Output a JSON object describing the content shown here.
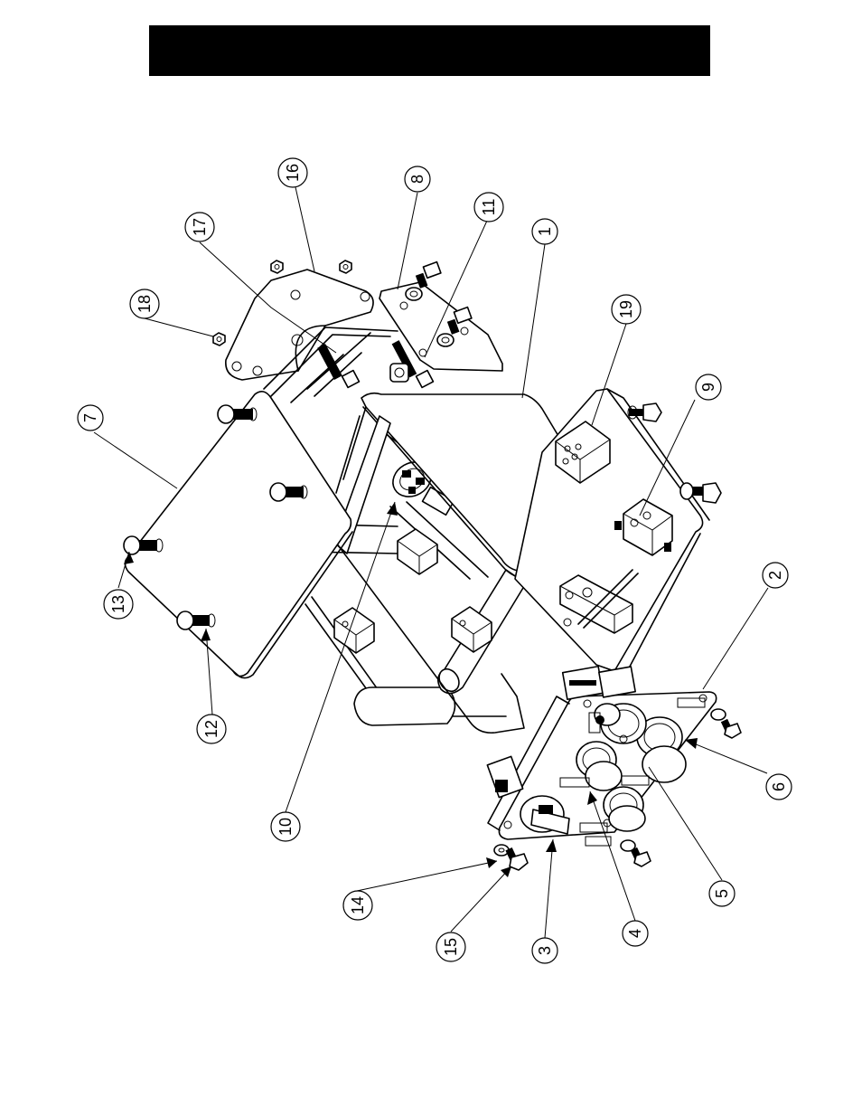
{
  "title_bar": {
    "color": "#000000",
    "text": ""
  },
  "callouts": [
    {
      "id": "c1",
      "label": "1"
    },
    {
      "id": "c2",
      "label": "2"
    },
    {
      "id": "c3",
      "label": "3"
    },
    {
      "id": "c4",
      "label": "4"
    },
    {
      "id": "c5",
      "label": "5"
    },
    {
      "id": "c6",
      "label": "6"
    },
    {
      "id": "c7",
      "label": "7"
    },
    {
      "id": "c8",
      "label": "8"
    },
    {
      "id": "c9",
      "label": "9"
    },
    {
      "id": "c10",
      "label": "10"
    },
    {
      "id": "c11",
      "label": "11"
    },
    {
      "id": "c12",
      "label": "12"
    },
    {
      "id": "c13",
      "label": "13"
    },
    {
      "id": "c14",
      "label": "14"
    },
    {
      "id": "c15",
      "label": "15"
    },
    {
      "id": "c16",
      "label": "16"
    },
    {
      "id": "c17",
      "label": "17"
    },
    {
      "id": "c18",
      "label": "18"
    },
    {
      "id": "c19",
      "label": "19"
    }
  ]
}
